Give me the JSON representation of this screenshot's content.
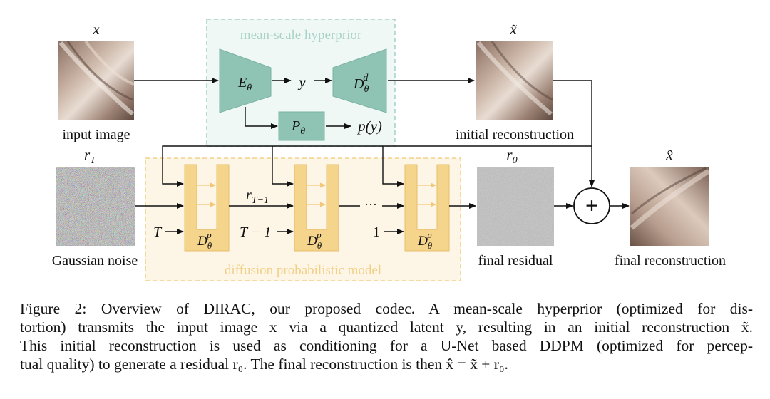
{
  "diagram": {
    "images": {
      "input": {
        "symbol": "x",
        "label": "input image"
      },
      "initial": {
        "symbol": "x̃",
        "label": "initial reconstruction"
      },
      "noise": {
        "symbol": "r_T",
        "label": "Gaussian noise"
      },
      "residual": {
        "symbol": "r_0",
        "label": "final residual"
      },
      "final": {
        "symbol": "x̂",
        "label": "final reconstruction"
      }
    },
    "hyperprior": {
      "title": "mean-scale hyperprior",
      "encoder": "E_θ",
      "decoder": "D_θ^d",
      "prior": "P_θ",
      "latent": "y",
      "prob": "p(y)",
      "color": "#8fc4b4"
    },
    "diffusion": {
      "title": "diffusion probabilistic model",
      "unet_label": "D_θ^p",
      "step_inputs": [
        "T",
        "T − 1",
        "1"
      ],
      "intermediate": "r_{T−1}",
      "ellipsis": "···",
      "color": "#f2d28c"
    },
    "sum_symbol": "+"
  },
  "caption": {
    "figure_label": "Figure 2:",
    "lines": [
      "Overview of DIRAC, our proposed codec. A mean-scale hyperprior (optimized for dis-",
      "tortion) transmits the input image x via a quantized latent y, resulting in an initial reconstruction x̃.",
      "This initial reconstruction is used as conditioning for a U-Net based DDPM (optimized for percep-",
      "tual quality) to generate a residual r₀. The final reconstruction is then x̂ = x̃ + r₀."
    ]
  }
}
